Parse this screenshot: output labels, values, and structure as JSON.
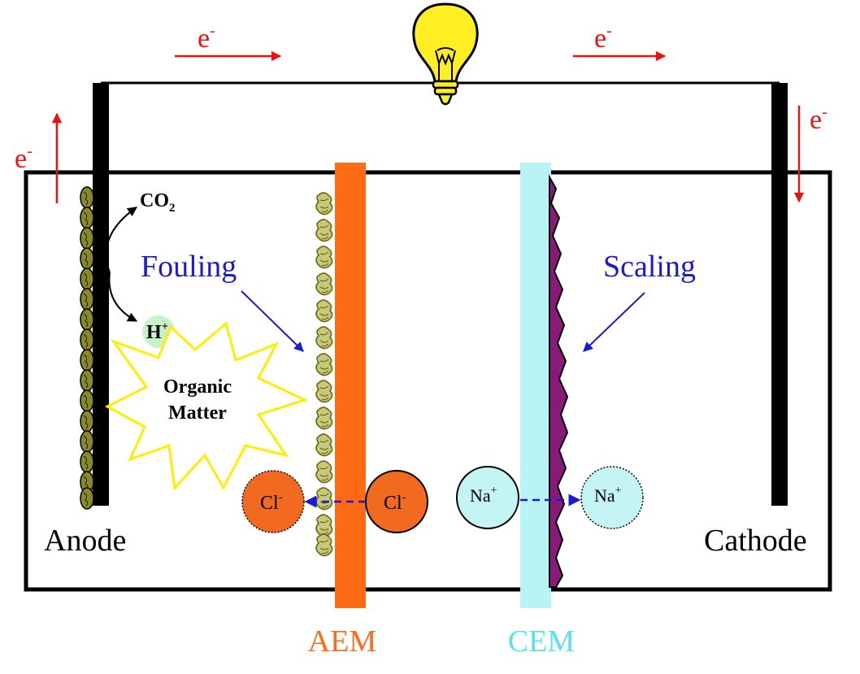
{
  "electrons": {
    "top_left": {
      "base": "e",
      "sup": "-"
    },
    "top_right": {
      "base": "e",
      "sup": "-"
    },
    "anode_side": {
      "base": "e",
      "sup": "-"
    },
    "cathode_side": {
      "base": "e",
      "sup": "-"
    }
  },
  "labels": {
    "anode": "Anode",
    "cathode": "Cathode",
    "aem": "AEM",
    "cem": "CEM",
    "fouling": "Fouling",
    "scaling": "Scaling"
  },
  "products": {
    "co2": {
      "base": "CO",
      "sub": "2"
    },
    "hplus": {
      "base": "H",
      "sup": "+"
    }
  },
  "organic_matter": {
    "line1": "Organic",
    "line2": "Matter"
  },
  "ions": {
    "cl_left": {
      "base": "Cl",
      "sup": "-"
    },
    "cl_right": {
      "base": "Cl",
      "sup": "-"
    },
    "na_left": {
      "base": "Na",
      "sup": "+"
    },
    "na_right": {
      "base": "Na",
      "sup": "+"
    }
  },
  "colors": {
    "electron_red": "#ee1111",
    "label_blue": "#1a1ad6",
    "aem_orange": "#ff6a14",
    "cem_cyan": "#b8f4f6",
    "cem_label": "#55e4ec",
    "ion_orange": "#f26a20",
    "ion_cyan": "#c4f4f4",
    "bulb_yellow": "#ffee22",
    "star_yellow": "#ffee00",
    "biofilm": "#8a8a22",
    "scale_purple": "#8a1a7a",
    "hplus_green": "#c8f2c8"
  },
  "icons": [
    "light-bulb-icon",
    "organic-matter-star-icon"
  ]
}
